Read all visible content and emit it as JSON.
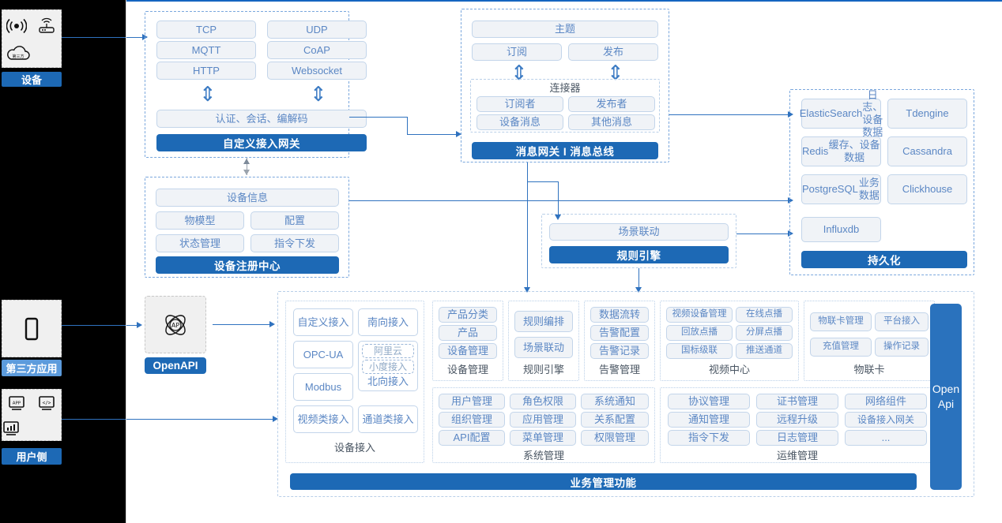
{
  "left_pane": {
    "blocks": [
      {
        "name": "device",
        "label": "设备",
        "icons": [
          "wifi-signal-icon",
          "router-icon",
          "cloud-icon"
        ]
      },
      {
        "name": "third-party-app",
        "label": "第三方应用",
        "icons": [
          "mobile-phone-icon"
        ]
      },
      {
        "name": "user-side",
        "label": "用户侧",
        "icons": [
          "app-window-icon",
          "code-window-icon",
          "chart-window-icon"
        ]
      }
    ]
  },
  "access_gateway": {
    "protocols": [
      "TCP",
      "UDP",
      "MQTT",
      "CoAP",
      "HTTP",
      "Websocket"
    ],
    "middle": "认证、会话、编解码",
    "bar": "自定义接入网关"
  },
  "message_gateway": {
    "topic": "主题",
    "subscribe": "订阅",
    "publish": "发布",
    "connector_title": "连接器",
    "connector_items": [
      "订阅者",
      "发布者",
      "设备消息",
      "其他消息"
    ],
    "bar": "消息网关 I 消息总线"
  },
  "device_registry": {
    "header": "设备信息",
    "items": [
      "物模型",
      "配置",
      "状态管理",
      "指令下发"
    ],
    "bar": "设备注册中心"
  },
  "rule_engine": {
    "item": "场景联动",
    "bar": "规则引擎"
  },
  "persistence": {
    "items": [
      {
        "title": "ElasticSearch",
        "sub": "日志、设备数据"
      },
      {
        "title": "Tdengine",
        "sub": ""
      },
      {
        "title": "Redis",
        "sub": "缓存、设备数据"
      },
      {
        "title": "Cassandra",
        "sub": ""
      },
      {
        "title": "PostgreSQL",
        "sub": "业务数据"
      },
      {
        "title": "Clickhouse",
        "sub": ""
      },
      {
        "title": "Influxdb",
        "sub": ""
      }
    ],
    "bar": "持久化"
  },
  "openapi": {
    "icon": "api-atom-icon",
    "tag": "OpenAPI"
  },
  "open_api_vertical": {
    "line1": "Open",
    "line2": "Api"
  },
  "business": {
    "bar": "业务管理功能",
    "groups": [
      {
        "name": "device-access",
        "caption": "设备接入",
        "items": [
          "自定义接入",
          "南向接入",
          "OPC-UA",
          "Modbus",
          "视频类接入",
          "通道类接入"
        ],
        "north_bound": {
          "label": "北向接入",
          "nested": [
            "阿里云",
            "小度接入"
          ]
        }
      },
      {
        "name": "device-management",
        "caption": "设备管理",
        "items": [
          "产品分类",
          "产品",
          "设备管理"
        ]
      },
      {
        "name": "rule-engine",
        "caption": "规则引擎",
        "items": [
          "规则编排",
          "场景联动"
        ]
      },
      {
        "name": "alarm-management",
        "caption": "告警管理",
        "items": [
          "数据流转",
          "告警配置",
          "告警记录"
        ]
      },
      {
        "name": "video-center",
        "caption": "视频中心",
        "items": [
          "视频设备管理",
          "在线点播",
          "回放点播",
          "分屏点播",
          "国标级联",
          "推送通道"
        ]
      },
      {
        "name": "iot-card",
        "caption": "物联卡",
        "items": [
          "物联卡管理",
          "平台接入",
          "充值管理",
          "操作记录"
        ]
      },
      {
        "name": "system-management",
        "caption": "系统管理",
        "items": [
          "用户管理",
          "角色权限",
          "系统通知",
          "组织管理",
          "应用管理",
          "关系配置",
          "API配置",
          "菜单管理",
          "权限管理"
        ]
      },
      {
        "name": "ops-management",
        "caption": "运维管理",
        "items": [
          "协议管理",
          "证书管理",
          "网络组件",
          "通知管理",
          "远程升级",
          "设备接入网关",
          "指令下发",
          "日志管理",
          "..."
        ]
      }
    ]
  },
  "colors": {
    "accent": "#1d69b5",
    "chip_text": "#5b87c4",
    "chip_bg": "#f0f3f7",
    "line": "#2f72bf"
  }
}
